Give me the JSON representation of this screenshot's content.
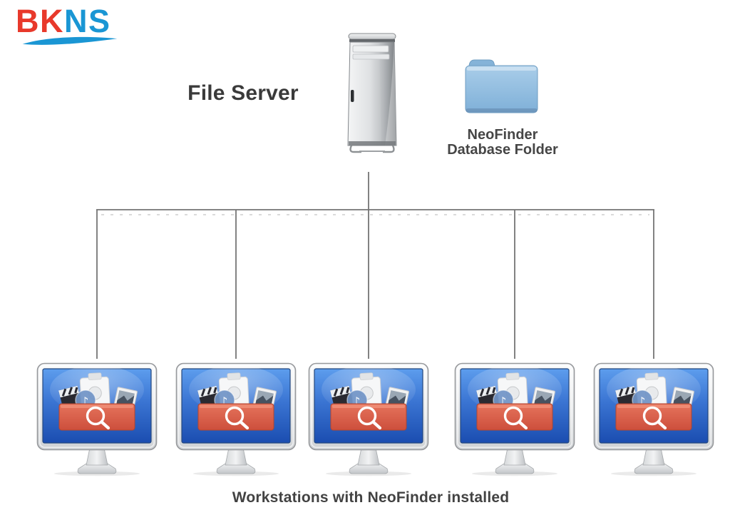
{
  "brand": {
    "logo_part1": "BK",
    "logo_part2": "NS",
    "logo_red": "#e8392b",
    "logo_blue": "#1a96d4"
  },
  "diagram": {
    "file_server_label": "File Server",
    "folder_label_line1": "NeoFinder",
    "folder_label_line2": "Database Folder",
    "caption": "Workstations with NeoFinder installed",
    "workstation_count": 5,
    "workstations": [
      {
        "name": "workstation-1"
      },
      {
        "name": "workstation-2"
      },
      {
        "name": "workstation-3"
      },
      {
        "name": "workstation-4"
      },
      {
        "name": "workstation-5"
      }
    ],
    "icons": {
      "server": "mac-pro-tower-icon",
      "folder": "blue-folder-icon",
      "workstation": "monitor-icon",
      "app": "neofinder-app-icon",
      "magnifier": "magnifier-icon"
    },
    "colors": {
      "connector_line": "#757575",
      "connector_shadow": "#cfcfcf",
      "screen_blue_top": "#5d9ded",
      "screen_blue_bottom": "#1b4db0",
      "banner_salmon": "#d8604b",
      "folder_blue": "#8fbadd",
      "label_text": "#3a3a3a",
      "background": "#ffffff"
    }
  }
}
